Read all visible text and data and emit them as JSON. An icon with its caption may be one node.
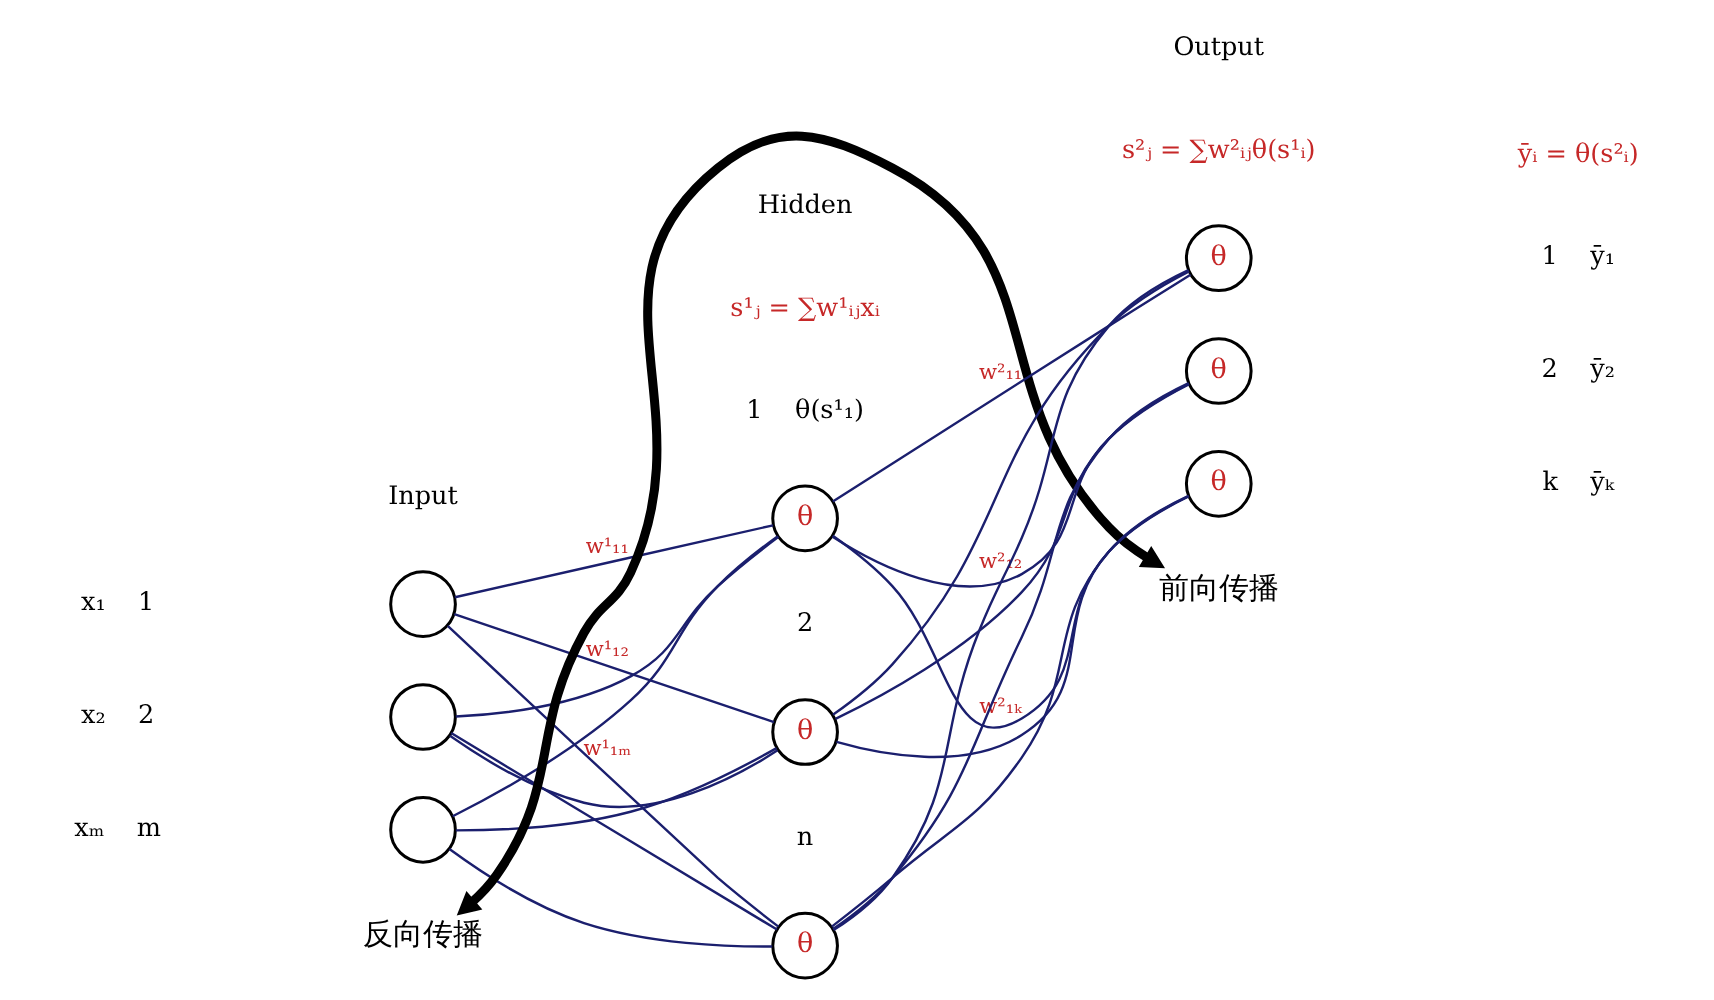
{
  "diagram": {
    "nodes": [
      {
        "text": [],
        "shape": "circle",
        "beside": [
          "x₁",
          "1"
        ]
      },
      {
        "text": [],
        "shape": "circle",
        "beside": [
          "x₂",
          "2"
        ]
      },
      {
        "text": [],
        "shape": "circle",
        "beside": [
          "xₘ",
          "m"
        ]
      },
      {
        "text": [
          "θ"
        ],
        "beside": [
          "1",
          "θ(s¹₁)"
        ]
      },
      {
        "text": [
          "θ"
        ],
        "beside": [
          "2"
        ]
      },
      {
        "text": [
          "θ"
        ],
        "beside": [
          "n"
        ]
      },
      {
        "text": [
          "θ"
        ],
        "beside": [
          "1",
          "ȳ₁"
        ]
      },
      {
        "text": [
          "θ"
        ],
        "beside": [
          "2",
          "ȳ₂"
        ]
      },
      {
        "text": [
          "θ"
        ],
        "beside": [
          "k",
          "ȳₖ"
        ]
      },
      {
        "text": [
          "反向传播"
        ]
      },
      {
        "text": [
          "前向传播"
        ]
      }
    ],
    "edges": [
      {
        "from": 0,
        "to": 3,
        "arrow": "none",
        "label": "w¹₁₁"
      },
      {
        "from": 0,
        "to": 4,
        "arrow": "none",
        "label": "w¹₁₂"
      },
      {
        "from": 0,
        "to": 5,
        "arrow": "none",
        "label": "w¹₁ₘ"
      },
      {
        "from": 1,
        "to": 3,
        "arrow": "none"
      },
      {
        "from": 1,
        "to": 4,
        "arrow": "none"
      },
      {
        "from": 1,
        "to": 5,
        "arrow": "none"
      },
      {
        "from": 2,
        "to": 3,
        "arrow": "none"
      },
      {
        "from": 2,
        "to": 4,
        "arrow": "none"
      },
      {
        "from": 2,
        "to": 5,
        "arrow": "none"
      },
      {
        "from": 3,
        "to": 6,
        "arrow": "none",
        "label": "w²₁₁"
      },
      {
        "from": 3,
        "to": 7,
        "arrow": "none",
        "label": "w²₁₂"
      },
      {
        "from": 3,
        "to": 8,
        "arrow": "none",
        "label": "w²₁ₖ"
      },
      {
        "from": 4,
        "to": 6,
        "arrow": "none"
      },
      {
        "from": 4,
        "to": 7,
        "arrow": "none"
      },
      {
        "from": 4,
        "to": 8,
        "arrow": "none"
      },
      {
        "from": 5,
        "to": 6,
        "arrow": "none"
      },
      {
        "from": 5,
        "to": 7,
        "arrow": "none"
      },
      {
        "from": 5,
        "to": 8,
        "arrow": "none"
      },
      {
        "from": 9,
        "to": 10,
        "arrow": "both",
        "style": "thick",
        "color": "#000000"
      }
    ],
    "labels": [
      "Hidden",
      "Input",
      "s¹ⱼ = ∑w¹ᵢⱼxᵢ",
      "Output",
      "s²ⱼ = ∑w²ᵢⱼθ(s¹ᵢ)",
      "ȳᵢ = θ(s²ᵢ)"
    ]
  }
}
